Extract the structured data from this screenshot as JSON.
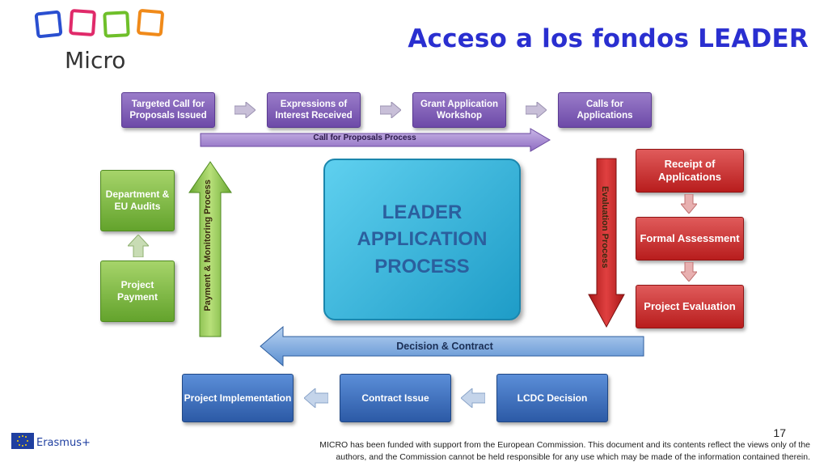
{
  "brand": {
    "name": "Micro",
    "square_colors": [
      "#2a4fd0",
      "#e02a6a",
      "#6fbf2a",
      "#f08a1a"
    ]
  },
  "title": "Acceso a los fondos LEADER",
  "diagram": {
    "center": [
      "LEADER",
      "APPLICATION",
      "PROCESS"
    ],
    "top_row": [
      "Targeted Call for Proposals Issued",
      "Expressions of Interest Received",
      "Grant Application Workshop",
      "Calls for Applications"
    ],
    "call_arrow": "Call for Proposals Process",
    "right_col": [
      "Receipt of Applications",
      "Formal Assessment",
      "Project Evaluation"
    ],
    "evaluation_arrow": "Evaluation Process",
    "decision_arrow": "Decision & Contract",
    "bottom_row": [
      "Project Implementation",
      "Contract Issue",
      "LCDC Decision"
    ],
    "left_col": [
      "Department & EU Audits",
      "Project Payment"
    ],
    "payment_arrow": "Payment & Monitoring Process"
  },
  "footer": {
    "page_number": "17",
    "erasmus": "Erasmus+",
    "disclaimer_line1": "MICRO has been funded with support from the European Commission. This document and its contents reflect the views only of the",
    "disclaimer_line2": "authors, and the Commission cannot be held responsible for any use which may be made of the information contained therein."
  },
  "colors": {
    "title": "#2a2fd0",
    "purple": "#7a55b5",
    "red": "#c62828",
    "green": "#6aaa32",
    "blue": "#3568b8",
    "center": "#32b4dc"
  }
}
